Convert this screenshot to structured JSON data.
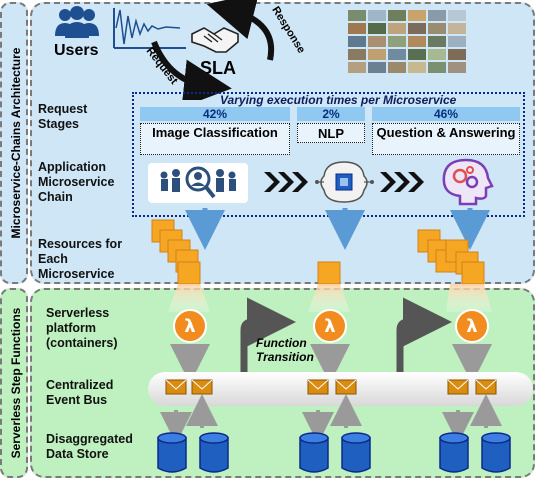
{
  "side_labels": {
    "top": "Microservice-Chains Architecture",
    "bottom": "Serverless Step Functions"
  },
  "header": {
    "users": "Users",
    "sla": "SLA",
    "request": "Request",
    "response": "Response"
  },
  "rows": {
    "request_stages": "Request Stages",
    "application_chain": "Application Microservice Chain",
    "resources": "Resources for Each Microservice",
    "serverless_platform": "Serverless platform (containers)",
    "event_bus": "Centralized Event Bus",
    "data_store": "Disaggregated Data Store"
  },
  "chain_title": "Varying execution times per Microservice",
  "stages": [
    {
      "percent": "42%",
      "name": "Image Classification"
    },
    {
      "percent": "2%",
      "name": "NLP"
    },
    {
      "percent": "46%",
      "name": "Question & Answering"
    }
  ],
  "function_transition": "Function Transition",
  "icons": {
    "users": "users-icon",
    "signal": "waveform-icon",
    "handshake": "handshake-icon",
    "dataset": "image-grid-icon",
    "classification": "people-search-icon",
    "nlp": "brain-chip-icon",
    "qa": "head-gears-icon",
    "lambda": "lambda-icon",
    "database": "database-icon",
    "envelope": "envelope-icon"
  },
  "colors": {
    "top_panel": "#cfe6f7",
    "bottom_panel": "#bff0bf",
    "lambda_orange": "#f28c1e",
    "resource_orange": "#f5a623",
    "db_blue": "#1f5fbf",
    "arrow_blue": "#5b9bd5",
    "arrow_gray": "#9a9a9a"
  }
}
